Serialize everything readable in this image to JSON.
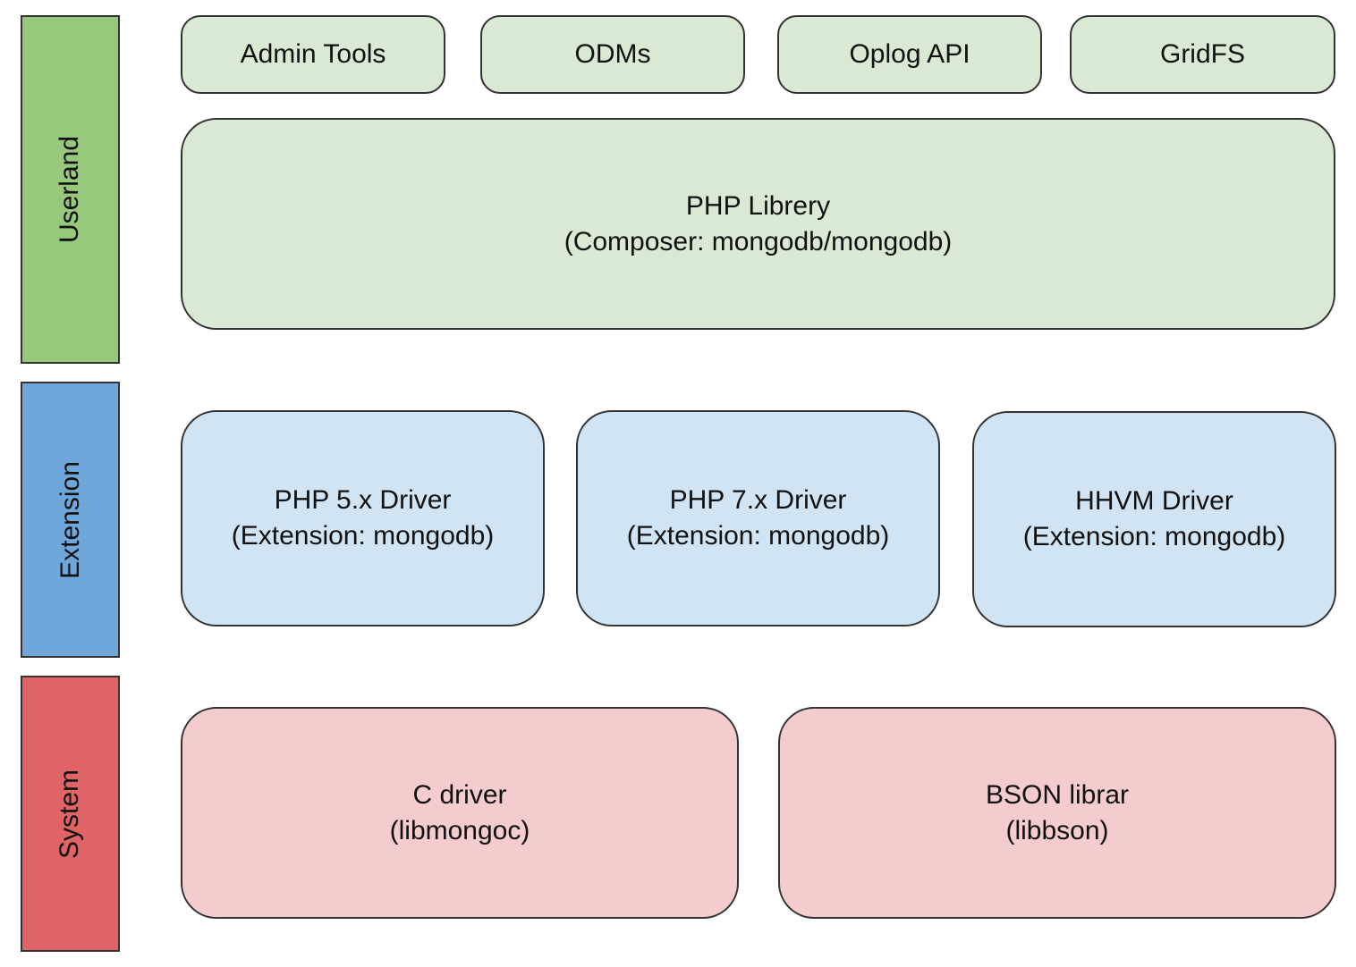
{
  "colors": {
    "userland_bar": "#96c97c",
    "userland_box": "#dae9d4",
    "extension_bar": "#6fa7db",
    "extension_box": "#d1e4f4",
    "system_bar": "#e06466",
    "system_box": "#f4cccd",
    "border": "#333333"
  },
  "layers": {
    "userland": {
      "label": "Userland",
      "boxes": {
        "admin_tools": {
          "line1": "Admin Tools"
        },
        "odms": {
          "line1": "ODMs"
        },
        "oplog_api": {
          "line1": "Oplog API"
        },
        "gridfs": {
          "line1": "GridFS"
        },
        "php_library": {
          "line1": "PHP Librery",
          "line2": "(Composer: mongodb/mongodb)"
        }
      }
    },
    "extension": {
      "label": "Extension",
      "boxes": {
        "php5_driver": {
          "line1": "PHP 5.x Driver",
          "line2": "(Extension: mongodb)"
        },
        "php7_driver": {
          "line1": "PHP 7.x Driver",
          "line2": "(Extension: mongodb)"
        },
        "hhvm_driver": {
          "line1": "HHVM Driver",
          "line2": "(Extension: mongodb)"
        }
      }
    },
    "system": {
      "label": "System",
      "boxes": {
        "c_driver": {
          "line1": "C driver",
          "line2": "(libmongoc)"
        },
        "bson_library": {
          "line1": "BSON librar",
          "line2": "(libbson)"
        }
      }
    }
  }
}
